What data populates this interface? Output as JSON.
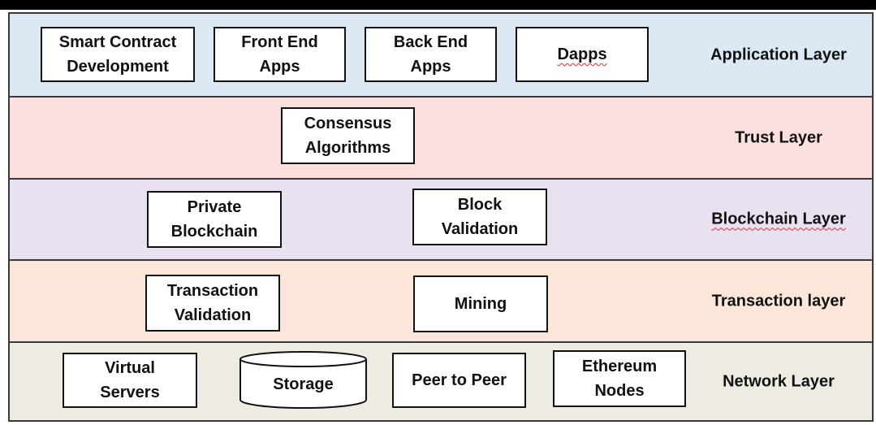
{
  "layers": [
    {
      "label": "Application Layer",
      "color": "#dce9f5",
      "components": [
        "Smart Contract\nDevelopment",
        "Front End\nApps",
        "Back End\nApps",
        "Dapps"
      ]
    },
    {
      "label": "Trust Layer",
      "color": "#fce0e0",
      "components": [
        "Consensus\nAlgorithms"
      ]
    },
    {
      "label": "Blockchain Layer",
      "color": "#e9e1f0",
      "components": [
        "Private\nBlockchain",
        "Block\nValidation"
      ]
    },
    {
      "label": "Transaction layer",
      "color": "#fbe6d9",
      "components": [
        "Transaction\nValidation",
        "Mining"
      ]
    },
    {
      "label": "Network Layer",
      "color": "#eeebe3",
      "components": [
        "Virtual\nServers",
        "Storage",
        "Peer to Peer",
        "Ethereum\nNodes"
      ]
    }
  ],
  "colors": {
    "border": "#111111",
    "spellcheck_underline": "#d93030"
  }
}
